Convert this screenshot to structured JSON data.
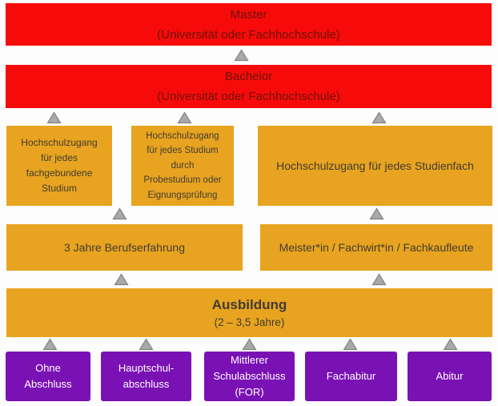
{
  "colors": {
    "degree_red": "#f70a0a",
    "degree_text": "#6e140c",
    "path_orange": "#e8a420",
    "path_text": "#413b30",
    "school_purple": "#7911b5",
    "school_text": "#ffffff",
    "arrow_fill": "#a9a9a9",
    "arrow_border": "#838383",
    "background": "#fdfdfe"
  },
  "icons": {
    "up_arrow": "▲"
  },
  "levels": {
    "master": {
      "title": "Master",
      "subtitle": "(Universität oder Fachhochschule)"
    },
    "bachelor": {
      "title": "Bachelor",
      "subtitle": "(Universität oder Fachhochschule)"
    },
    "hochschulzugang": {
      "fachgebunden": {
        "lines": [
          "Hochschulzugang",
          "für jedes",
          "fachgebundene",
          "Studium"
        ]
      },
      "probestudium": {
        "lines": [
          "Hochschulzugang",
          "für jedes Studium",
          "durch",
          "Probestudium oder",
          "Eignungsprüfung"
        ]
      },
      "studienfach": {
        "text": "Hochschulzugang für jedes Studienfach"
      }
    },
    "aufstieg": {
      "berufserfahrung": "3 Jahre Berufserfahrung",
      "meister": "Meister*in / Fachwirt*in / Fachkaufleute"
    },
    "ausbildung": {
      "title": "Ausbildung",
      "subtitle": "(2 – 3,5 Jahre)"
    },
    "schulabschluesse": [
      {
        "name": "ohne-abschluss",
        "lines": [
          "Ohne",
          "Abschluss"
        ]
      },
      {
        "name": "hauptschulabschluss",
        "lines": [
          "Hauptschul-",
          "abschluss"
        ]
      },
      {
        "name": "mittlerer-schulabschluss",
        "lines": [
          "Mittlerer",
          "Schulabschluss",
          "(FOR)"
        ]
      },
      {
        "name": "fachabitur",
        "lines": [
          "Fachabitur"
        ]
      },
      {
        "name": "abitur",
        "lines": [
          "Abitur"
        ]
      }
    ]
  }
}
